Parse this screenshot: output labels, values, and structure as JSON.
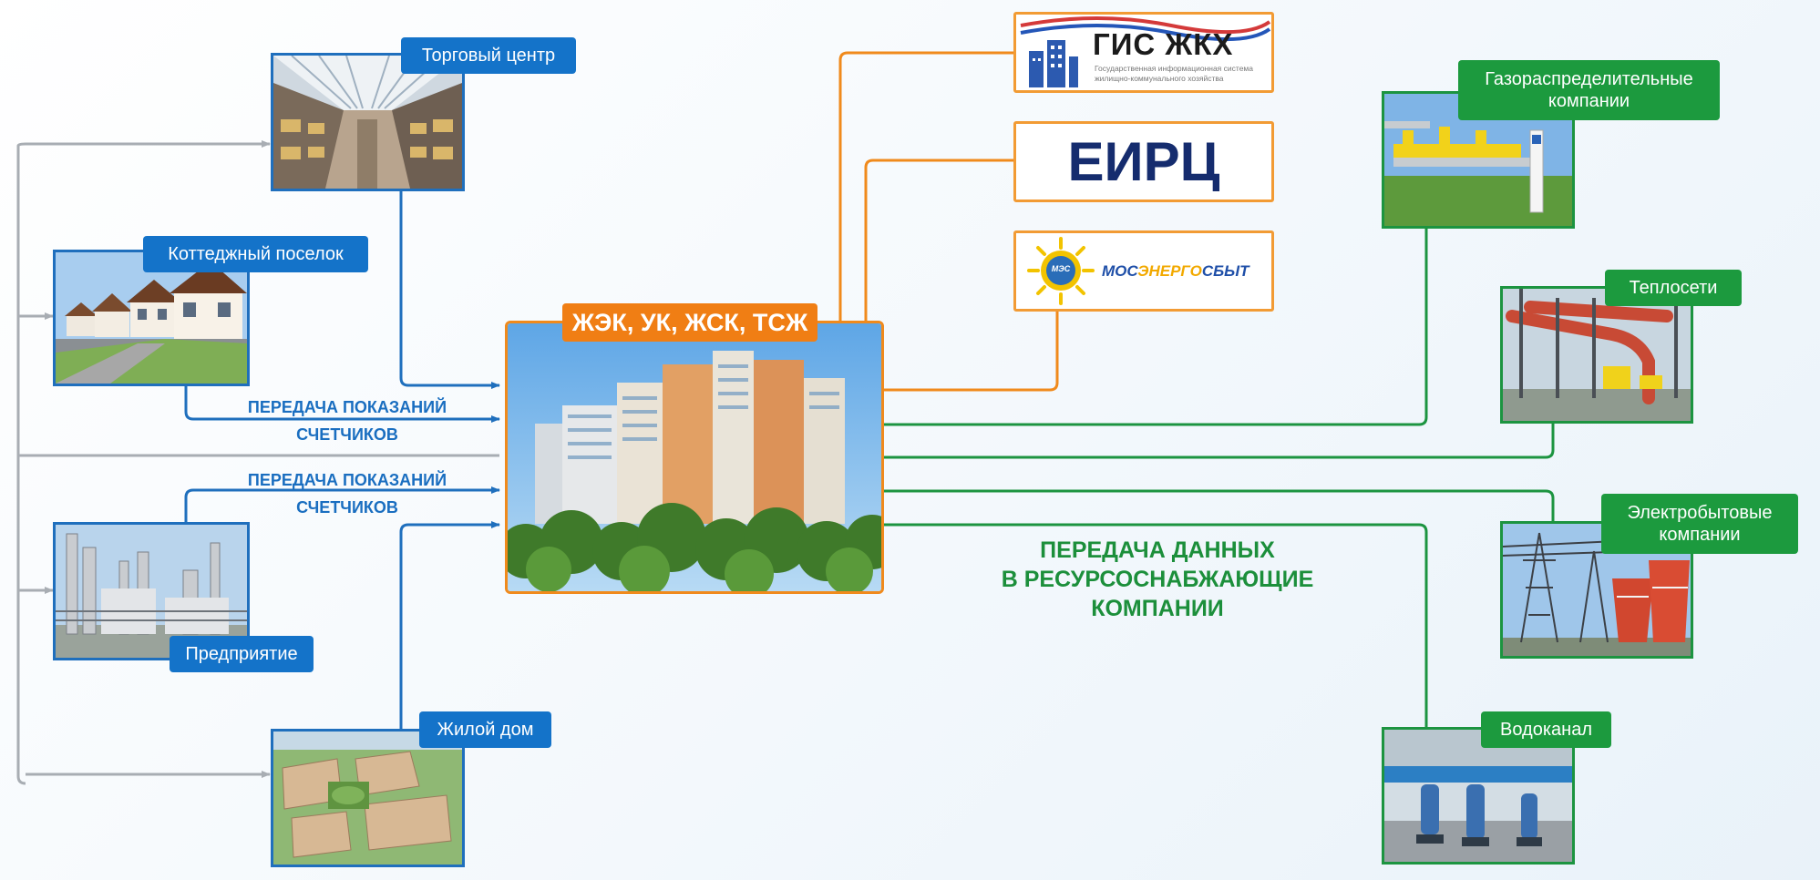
{
  "center": {
    "label": "ЖЭК, УК, ЖСК, ТСЖ"
  },
  "consumers": {
    "mall": "Торговый центр",
    "cottage": "Коттеджный поселок",
    "enterprise": "Предприятие",
    "residential": "Жилой дом"
  },
  "flow_labels": {
    "upper": {
      "line1": "ПЕРЕДАЧА ПОКАЗАНИЙ",
      "line2": "СЧЕТЧИКОВ"
    },
    "lower": {
      "line1": "ПЕРЕДАЧА ПОКАЗАНИЙ",
      "line2": "СЧЕТЧИКОВ"
    }
  },
  "services": {
    "gis": {
      "title": "ГИС ЖКХ",
      "subtitle1": "Государственная информационная система",
      "subtitle2": "жилищно-коммунального хозяйства"
    },
    "eirc": {
      "title": "ЕИРЦ"
    },
    "mes": {
      "badge": "МЭС",
      "title_part1": "МОС",
      "title_part2": "ЭНЕРГО",
      "title_part3": "СБЫТ"
    }
  },
  "suppliers": {
    "gas": {
      "line1": "Газораспределительные",
      "line2": "компании"
    },
    "heat": "Теплосети",
    "electric": {
      "line1": "Электробытовые",
      "line2": "компании"
    },
    "water": "Водоканал"
  },
  "supplier_label": {
    "line1": "ПЕРЕДАЧА ДАННЫХ",
    "line2": "В РЕСУРСОСНАБЖАЮЩИЕ",
    "line3": "КОМПАНИИ"
  },
  "colors": {
    "blue": "#1473c9",
    "green": "#1c9a3e",
    "orange": "#f07e14",
    "gray_line": "#a8adb3",
    "eirc_text": "#152c6e"
  }
}
